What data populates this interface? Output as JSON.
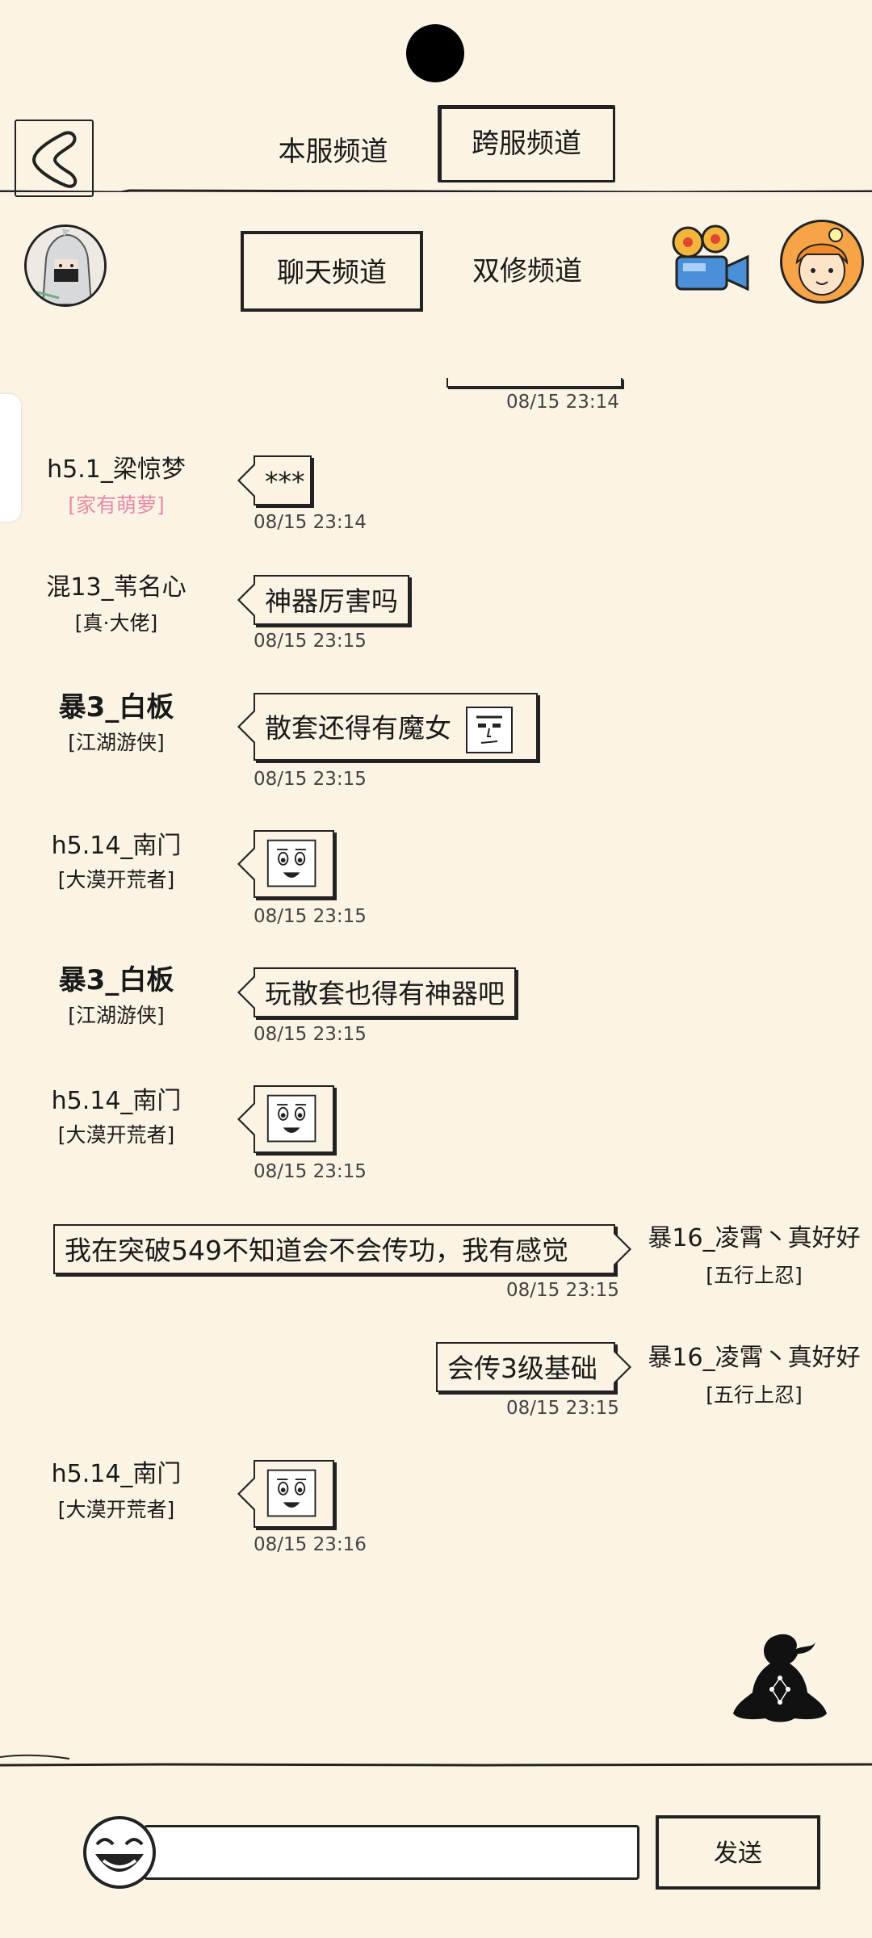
{
  "header": {
    "channels": [
      "本服频道",
      "跨服频道"
    ],
    "active_channel": "跨服频道"
  },
  "subheader": {
    "tabs": [
      "聊天频道",
      "双修频道"
    ],
    "active_tab": "聊天频道"
  },
  "earlier_message": {
    "time": "08/15 23:14"
  },
  "messages": [
    {
      "side": "left",
      "name": "h5.1_梁惊梦",
      "title": "[家有萌萝]",
      "content": "***",
      "time": "08/15 23:14"
    },
    {
      "side": "left",
      "name": "混13_苇名心",
      "title": "[真·大佬]",
      "content": "神器厉害吗",
      "time": "08/15 23:15"
    },
    {
      "side": "left",
      "name": "暴3_白板",
      "title": "[江湖游侠]",
      "content": "散套还得有魔女",
      "emoji": "smirk-face-sticker",
      "time": "08/15 23:15"
    },
    {
      "side": "left",
      "name": "h5.14_南门",
      "title": "[大漠开荒者]",
      "emoji": "laughing-face-sticker",
      "time": "08/15 23:15"
    },
    {
      "side": "left",
      "name": "暴3_白板",
      "title": "[江湖游侠]",
      "content": "玩散套也得有神器吧",
      "time": "08/15 23:15"
    },
    {
      "side": "left",
      "name": "h5.14_南门",
      "title": "[大漠开荒者]",
      "emoji": "laughing-face-sticker",
      "time": "08/15 23:15"
    },
    {
      "side": "right",
      "name": "暴16_凌霄丶真好好",
      "title": "[五行上忍]",
      "content": "我在突破549不知道会不会传功，我有感觉",
      "time": "08/15 23:15"
    },
    {
      "side": "right",
      "name": "暴16_凌霄丶真好好",
      "title": "[五行上忍]",
      "content": "会传3级基础",
      "time": "08/15 23:15"
    },
    {
      "side": "left",
      "name": "h5.14_南门",
      "title": "[大漠开荒者]",
      "emoji": "laughing-face-sticker",
      "time": "08/15 23:16"
    }
  ],
  "input": {
    "value": "",
    "placeholder": ""
  },
  "send_label": "发送",
  "icons": {
    "back": "back-arrow-icon",
    "camera": "movie-camera-icon",
    "emoji": "laughing-emoji-icon",
    "meditate": "meditating-figure-icon"
  },
  "colors": {
    "background": "#fbf4e4",
    "ink": "#222222",
    "pink_title": "#e889a8",
    "camera_blue": "#4a8fd8"
  }
}
